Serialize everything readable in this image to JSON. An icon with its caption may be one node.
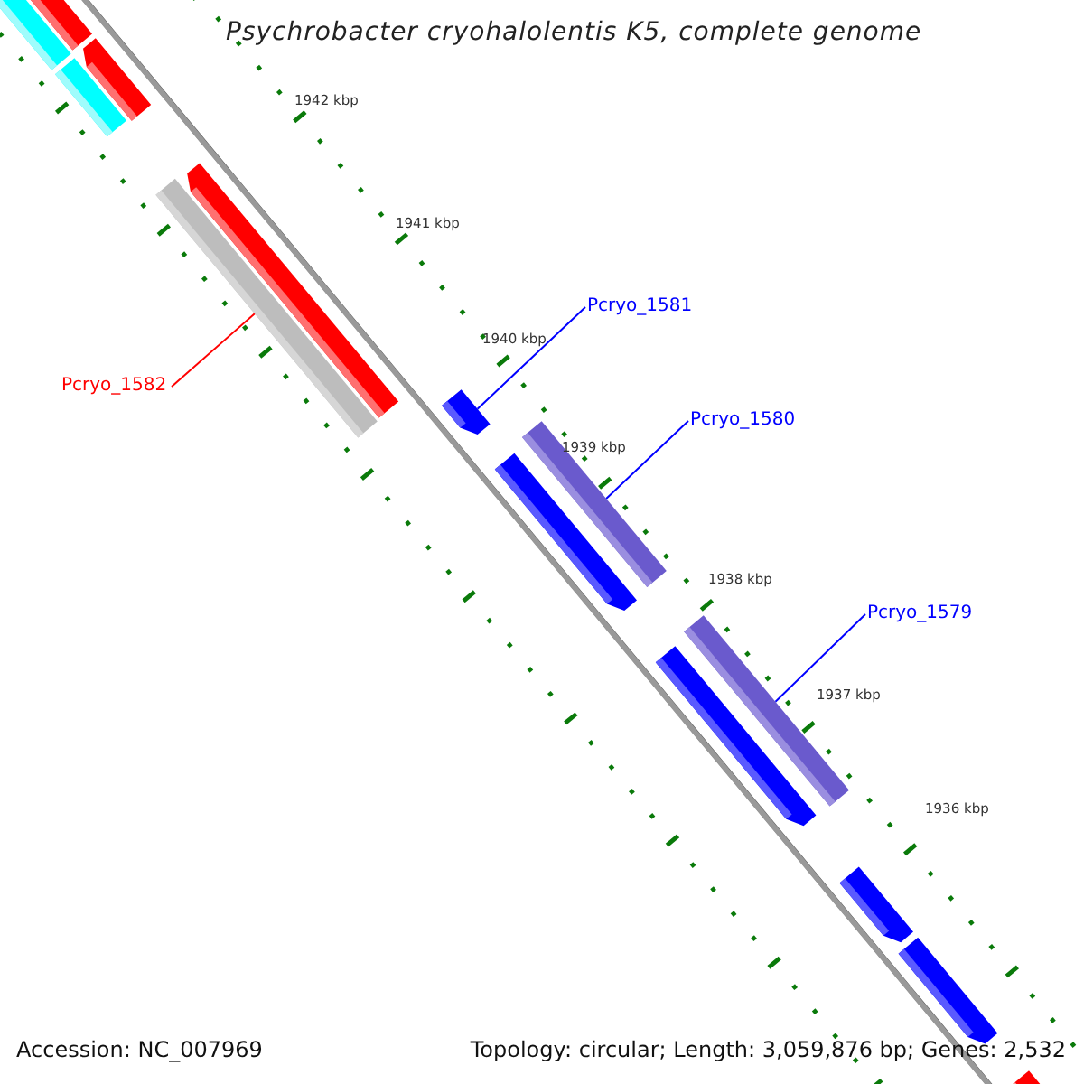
{
  "diagram": {
    "title": "Psychrobacter cryohalolentis K5, complete genome",
    "nodes": [
      {
        "text": [
          "Pcryo_1582"
        ]
      },
      {
        "text": [
          "Pcryo_1581"
        ]
      },
      {
        "text": [
          "Pcryo_1580"
        ]
      },
      {
        "text": [
          "Pcryo_1579"
        ]
      },
      {
        "text": [],
        "shape": "bar"
      },
      {
        "text": [],
        "shape": "bar"
      },
      {
        "text": [],
        "shape": "bar"
      },
      {
        "text": [],
        "shape": "bar"
      }
    ],
    "edges": [
      {
        "from": 0,
        "to": 4,
        "arrow": "none",
        "color": "#ff0000"
      },
      {
        "from": 1,
        "to": 5,
        "arrow": "none"
      },
      {
        "from": 2,
        "to": 6,
        "arrow": "none"
      },
      {
        "from": 3,
        "to": 7,
        "arrow": "none"
      }
    ],
    "labels": [
      "1942 kbp",
      "1941 kbp",
      "1940 kbp",
      "1939 kbp",
      "1938 kbp",
      "1937 kbp",
      "1936 kbp",
      "Accession: NC_007969",
      "Topology: circular; Length: 3,059,876 bp; Genes: 2,532"
    ]
  }
}
